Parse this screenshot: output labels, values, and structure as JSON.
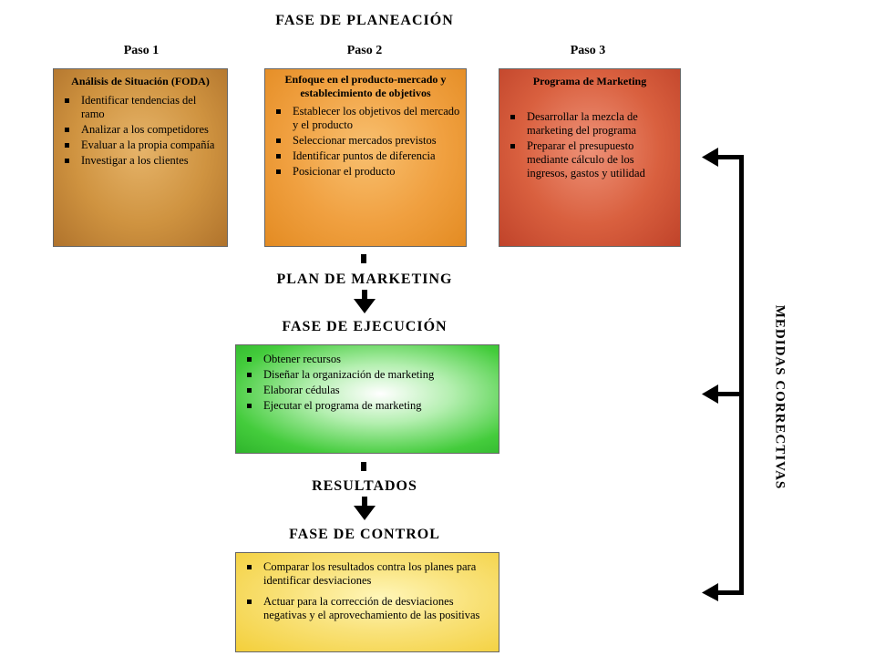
{
  "title": "FASE DE PLANEACIÓN",
  "steps": [
    "Paso  1",
    "Paso  2",
    "Paso  3"
  ],
  "box1": {
    "title": "Análisis de Situación (FODA)",
    "items": [
      "Identificar tendencias del ramo",
      "Analizar a los competidores",
      "Evaluar a la propia compañía",
      "Investigar a los clientes"
    ]
  },
  "box2": {
    "title": "Enfoque en el producto-mercado y establecimiento de objetivos",
    "items": [
      "Establecer los objetivos del mercado y el producto",
      "Seleccionar mercados previstos",
      "Identificar puntos de diferencia",
      "Posicionar el producto"
    ]
  },
  "box3": {
    "title": "Programa de Marketing",
    "items": [
      "Desarrollar la mezcla de marketing del programa",
      "Preparar el presupuesto mediante cálculo de los ingresos, gastos y utilidad"
    ]
  },
  "plan_label": "PLAN DE MARKETING",
  "execution": {
    "title": "FASE DE EJECUCIÓN",
    "items": [
      "Obtener recursos",
      "Diseñar la organización de marketing",
      "Elaborar cédulas",
      "Ejecutar el programa de marketing"
    ]
  },
  "results_label": "RESULTADOS",
  "control": {
    "title": "FASE DE CONTROL",
    "items": [
      "Comparar los resultados contra los planes para identificar desviaciones",
      "Actuar para la corrección de desviaciones negativas y el aprovechamiento de las positivas"
    ]
  },
  "corrective_label": "MEDIDAS CORRECTIVAS"
}
